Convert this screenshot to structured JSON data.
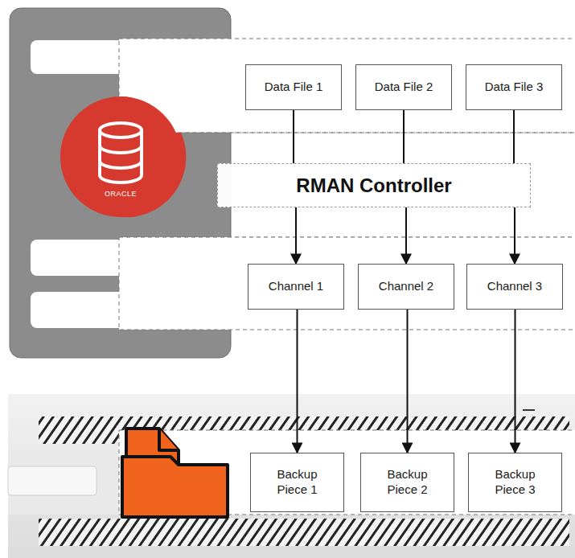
{
  "diagram": {
    "nodes": [
      {
        "text": [
          "Data File 1"
        ]
      },
      {
        "text": [
          "Data File 2"
        ]
      },
      {
        "text": [
          "Data File 3"
        ]
      },
      {
        "text": [
          "RMAN Controller"
        ]
      },
      {
        "text": [
          "Channel 1"
        ]
      },
      {
        "text": [
          "Channel 2"
        ]
      },
      {
        "text": [
          "Channel 3"
        ]
      },
      {
        "text": [
          "Backup Piece 1"
        ]
      },
      {
        "text": [
          "Backup Piece 2"
        ]
      },
      {
        "text": [
          "Backup Piece 3"
        ]
      }
    ],
    "edges": [
      {
        "from": 0,
        "to": 3,
        "arrow": "none"
      },
      {
        "from": 1,
        "to": 3,
        "arrow": "none"
      },
      {
        "from": 2,
        "to": 3,
        "arrow": "none"
      },
      {
        "from": 3,
        "to": 4,
        "arrow": "to"
      },
      {
        "from": 3,
        "to": 5,
        "arrow": "to"
      },
      {
        "from": 3,
        "to": 6,
        "arrow": "to"
      },
      {
        "from": 4,
        "to": 7,
        "arrow": "to"
      },
      {
        "from": 5,
        "to": 8,
        "arrow": "to"
      },
      {
        "from": 6,
        "to": 9,
        "arrow": "to"
      }
    ],
    "labels": [
      "ORACLE"
    ]
  }
}
